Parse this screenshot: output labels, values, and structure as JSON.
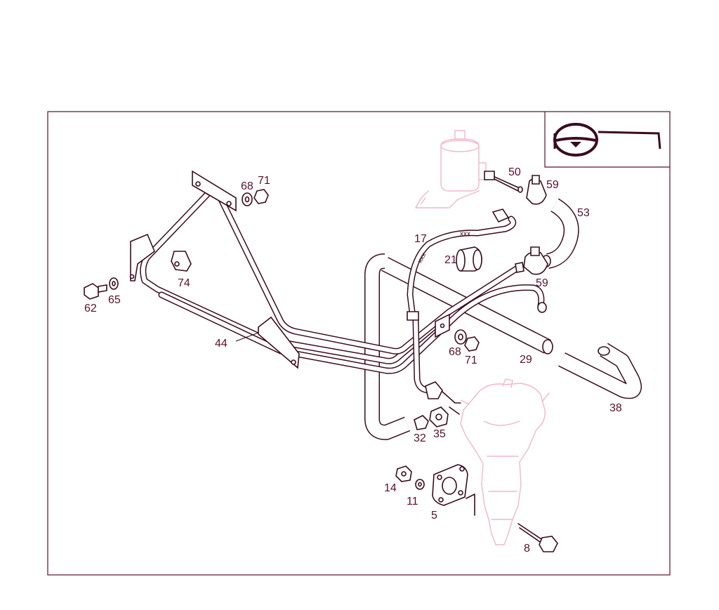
{
  "labels": {
    "p50": "50",
    "p59a": "59",
    "p53": "53",
    "p17": "17",
    "p21": "21",
    "p59b": "59",
    "p68a": "68",
    "p71a": "71",
    "p74": "74",
    "p62": "62",
    "p65": "65",
    "p44": "44",
    "p68b": "68",
    "p71b": "71",
    "p29": "29",
    "p38": "38",
    "p32": "32",
    "p35": "35",
    "p14": "14",
    "p11": "11",
    "p5": "5",
    "p8": "8"
  },
  "colors": {
    "ink": "#3a0b1e",
    "label": "#5a0f2a",
    "ghost": "#f2b7c7",
    "background": "#ffffff"
  },
  "icons": {
    "inset": "steering-wheel-icon"
  }
}
